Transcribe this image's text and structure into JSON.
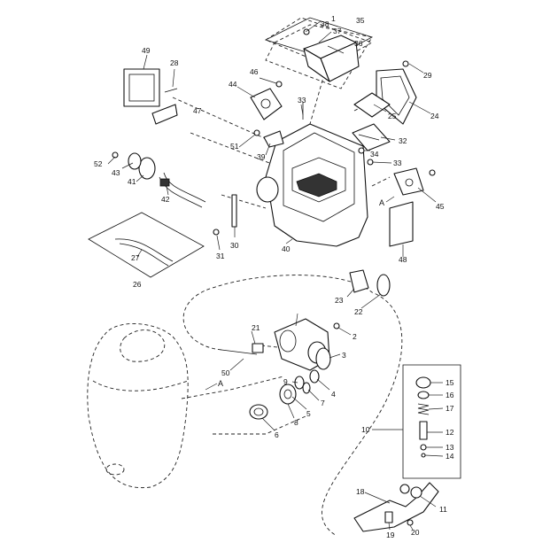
{
  "callouts": [
    "1",
    "2",
    "3",
    "4",
    "5",
    "6",
    "7",
    "8",
    "9",
    "10",
    "11",
    "12",
    "13",
    "14",
    "15",
    "16",
    "17",
    "18",
    "19",
    "20",
    "21",
    "22",
    "23",
    "24",
    "25",
    "26",
    "27",
    "28",
    "29",
    "30",
    "31",
    "32",
    "33",
    "33",
    "34",
    "35",
    "36",
    "37",
    "38",
    "39",
    "40",
    "41",
    "42",
    "43",
    "44",
    "45",
    "46",
    "47",
    "48",
    "49",
    "50",
    "51",
    "52"
  ],
  "ref_marks": [
    "A",
    "A"
  ]
}
